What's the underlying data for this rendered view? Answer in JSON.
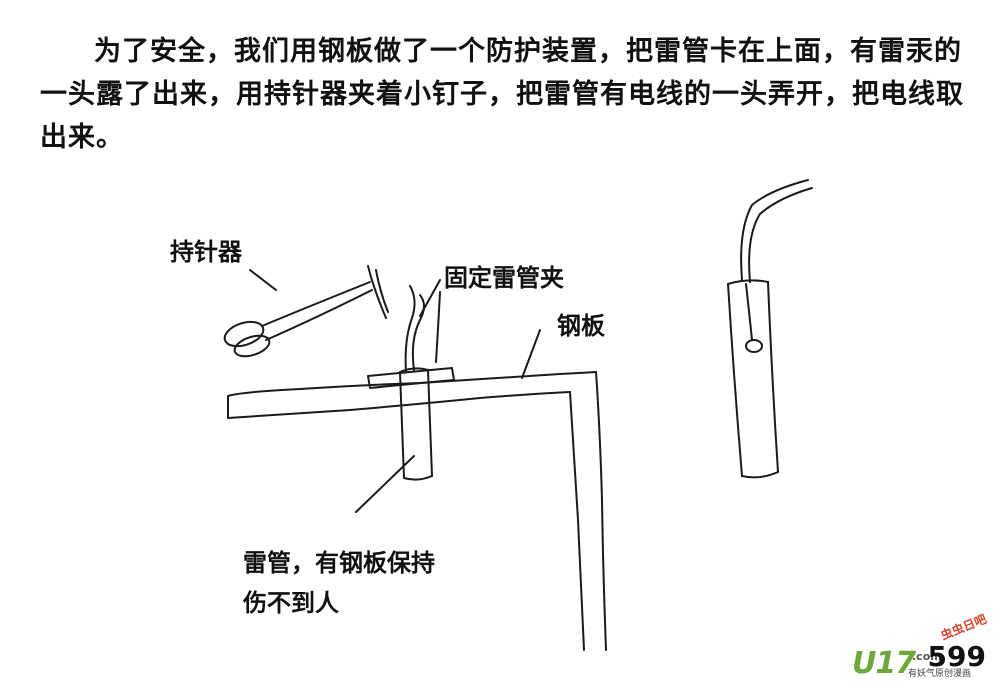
{
  "caption": "为了安全，我们用钢板做了一个防护装置，把雷管卡在上面，有雷汞的一头露了出来，用持针器夹着小钉子，把雷管有电线的一头弄开，把电线取出来。",
  "labels": {
    "needle_holder": "持针器",
    "fixed_clamp": "固定雷管夹",
    "steel_plate": "钢板",
    "detonator_line1": "雷管，有钢板保持",
    "detonator_line2": "伤不到人"
  },
  "page_number": "599",
  "watermark": {
    "logo": "U17",
    "domain": ".com",
    "slogan": "有妖气原创漫画",
    "brush_text": "虫虫日吧"
  }
}
